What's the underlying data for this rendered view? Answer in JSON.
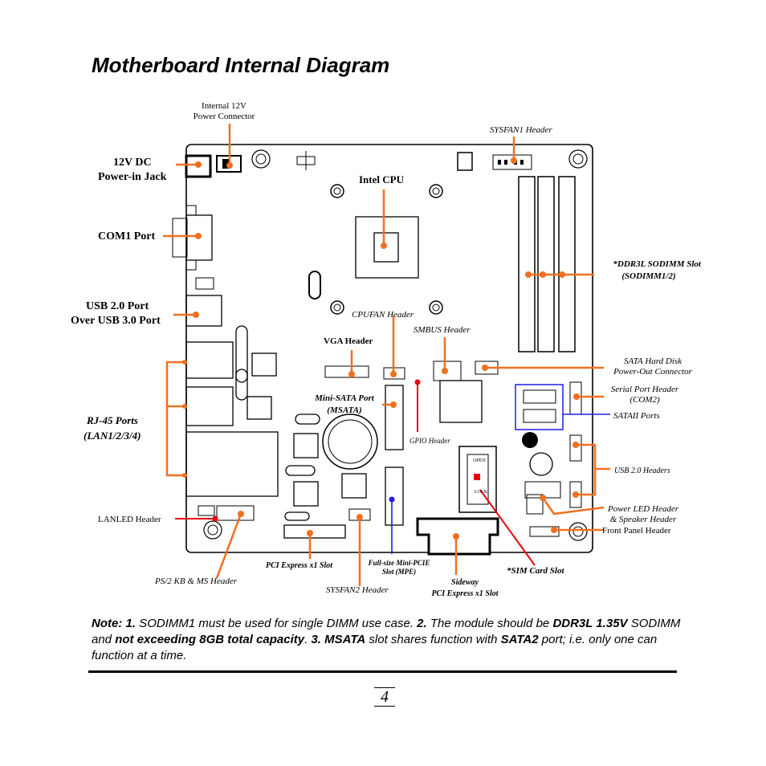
{
  "title": "Motherboard Internal Diagram",
  "labels": {
    "internal_12v_line1": "Internal 12V",
    "internal_12v_line2": "Power Connector",
    "sysfan1": "SYSFAN1 Header",
    "dc_jack_line1": "12V DC",
    "dc_jack_line2": "Power-in Jack",
    "intel_cpu": "Intel CPU",
    "com1": "COM1 Port",
    "sodimm_line1": "*DDR3L SODIMM Slot",
    "sodimm_line2": "(SODIMM1/2)",
    "usb20_line1": "USB 2.0 Port",
    "usb20_line2": "Over USB 3.0 Port",
    "cpufan": "CPUFAN Header",
    "smbus": "SMBUS Header",
    "vga": "VGA Header",
    "sata_power_line1": "SATA Hard Disk",
    "sata_power_line2": "Power-Out Connector",
    "serial_line1": "Serial Port Header",
    "serial_line2": "(COM2)",
    "msata_line1": "Mini-SATA Port",
    "msata_line2": "(MSATA)",
    "sataii": "SATAII Ports",
    "rj45_line1": "RJ-45 Ports",
    "rj45_line2": "(LAN1/2/3/4)",
    "gpio": "GPIO Header",
    "usb_headers": "USB 2.0 Headers",
    "lanled": "LANLED Header",
    "power_led_line1": "Power LED Header",
    "power_led_line2": "& Speaker Header",
    "front_panel": "Front Panel Header",
    "pcie_x1": "PCI Express x1 Slot",
    "mpe_line1": "Full-size Mini-PCIE",
    "mpe_line2": "Slot (MPE)",
    "sim": "*SIM Card Slot",
    "ps2": "PS/2 KB & MS Header",
    "sideway_line1": "Sideway",
    "sideway_line2": "PCI Express x1 Slot",
    "sysfan2": "SYSFAN2 Header",
    "open_text": "OPEN",
    "lock_text": "LOCK"
  },
  "note": {
    "p1": "Note: 1.",
    "p2": " SODIMM1 must be used for single DIMM use case. ",
    "p3": "2.",
    "p4": " The module should be ",
    "p5": "DDR3L 1.35V",
    "p6": " SODIMM and ",
    "p7": "not exceeding 8GB total capacity",
    "p8": ". ",
    "p9": "3. MSATA",
    "p10": " slot shares function with ",
    "p11": "SATA2",
    "p12": " port; i.e. only one can function at a time."
  },
  "page_number": "4",
  "colors": {
    "orange": "#f07020",
    "red": "#e8000e",
    "blue": "#1e1ee6",
    "board": "#000000"
  }
}
